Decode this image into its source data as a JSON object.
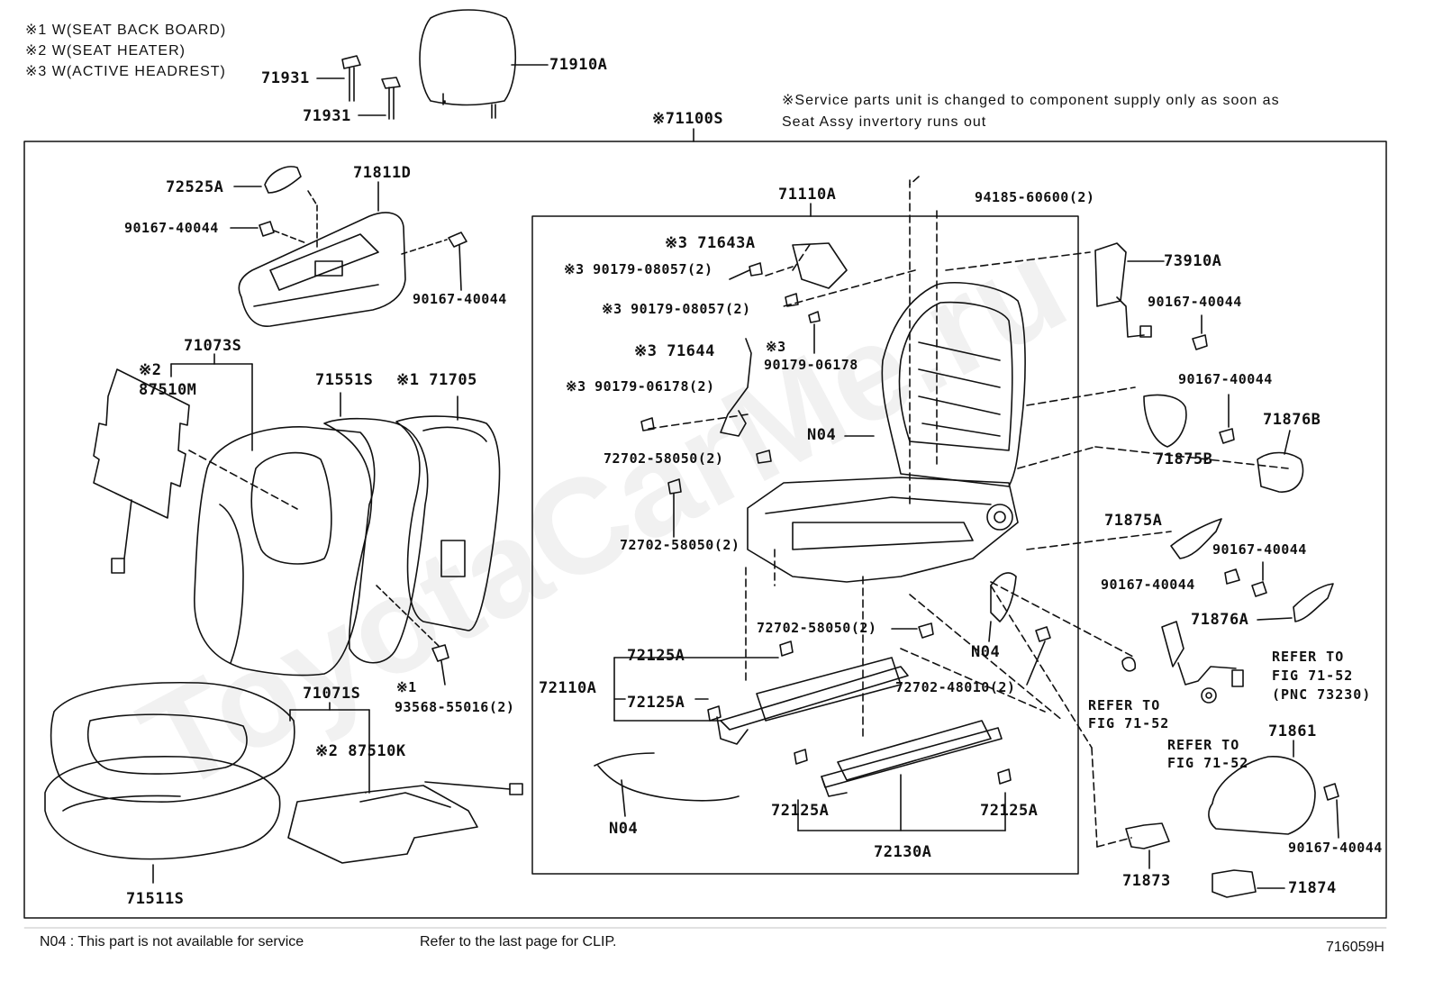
{
  "legend": {
    "w1": "※1 W(SEAT BACK BOARD)",
    "w2": "※2 W(SEAT HEATER)",
    "w3": "※3 W(ACTIVE HEADREST)"
  },
  "service_note": {
    "line1": "※Service parts unit is changed to component supply only as soon as",
    "line2": "Seat Assy invertory runs out"
  },
  "assembly_label": "※71100S",
  "watermark": "ToyotaCarMe.ru",
  "labels": {
    "p71931_a": "71931",
    "p71931_b": "71931",
    "p71910A": "71910A",
    "p72525A": "72525A",
    "p71811D": "71811D",
    "p90167_a": "90167-40044",
    "p90167_b": "90167-40044",
    "p71073S": "71073S",
    "p87510M": "※2 87510M",
    "p71551S": "71551S",
    "p71705": "※1 71705",
    "p71110A": "71110A",
    "p94185": "94185-60600(2)",
    "p71643A": "※3 71643A",
    "p90179_08057_a": "※3 90179-08057(2)",
    "p90179_08057_b": "※3 90179-08057(2)",
    "p71644": "※3 71644",
    "p90179_06178_a": "※3",
    "p90179_06178_a2": "90179-06178",
    "p90179_06178_b": "※3 90179-06178(2)",
    "p73910A": "73910A",
    "p90167_c": "90167-40044",
    "p90167_d": "90167-40044",
    "p71876B": "71876B",
    "p71875B": "71875B",
    "pN04_a": "N04",
    "p72702_a": "72702-58050(2)",
    "p72702_b": "72702-58050(2)",
    "p71875A": "71875A",
    "p90167_e": "90167-40044",
    "p90167_f": "90167-40044",
    "p71876A": "71876A",
    "p72702_c": "72702-58050(2)",
    "pN04_b": "N04",
    "p72702_48010": "72702-48010(2)",
    "p72125A_a": "72125A",
    "p72110A": "72110A",
    "p72125A_b": "72125A",
    "p71071S": "71071S",
    "p93568_mark": "※1",
    "p93568": "93568-55016(2)",
    "p87510K": "※2 87510K",
    "refer1_a": "REFER TO",
    "refer1_b": "FIG 71-52",
    "refer2_a": "REFER TO",
    "refer2_b": "FIG 71-52",
    "refer2_c": "(PNC 73230)",
    "refer3_a": "REFER TO",
    "refer3_b": "FIG 71-52",
    "p71861": "71861",
    "pN04_c": "N04",
    "p72125A_c": "72125A",
    "p72125A_d": "72125A",
    "p72130A": "72130A",
    "p90167_g": "90167-40044",
    "p71873": "71873",
    "p71874": "71874",
    "p71511S": "71511S"
  },
  "footer": {
    "n04_note": "N04 : This part is not available for service",
    "clip_note": "Refer to the last page for CLIP.",
    "fig_code": "716059H"
  }
}
